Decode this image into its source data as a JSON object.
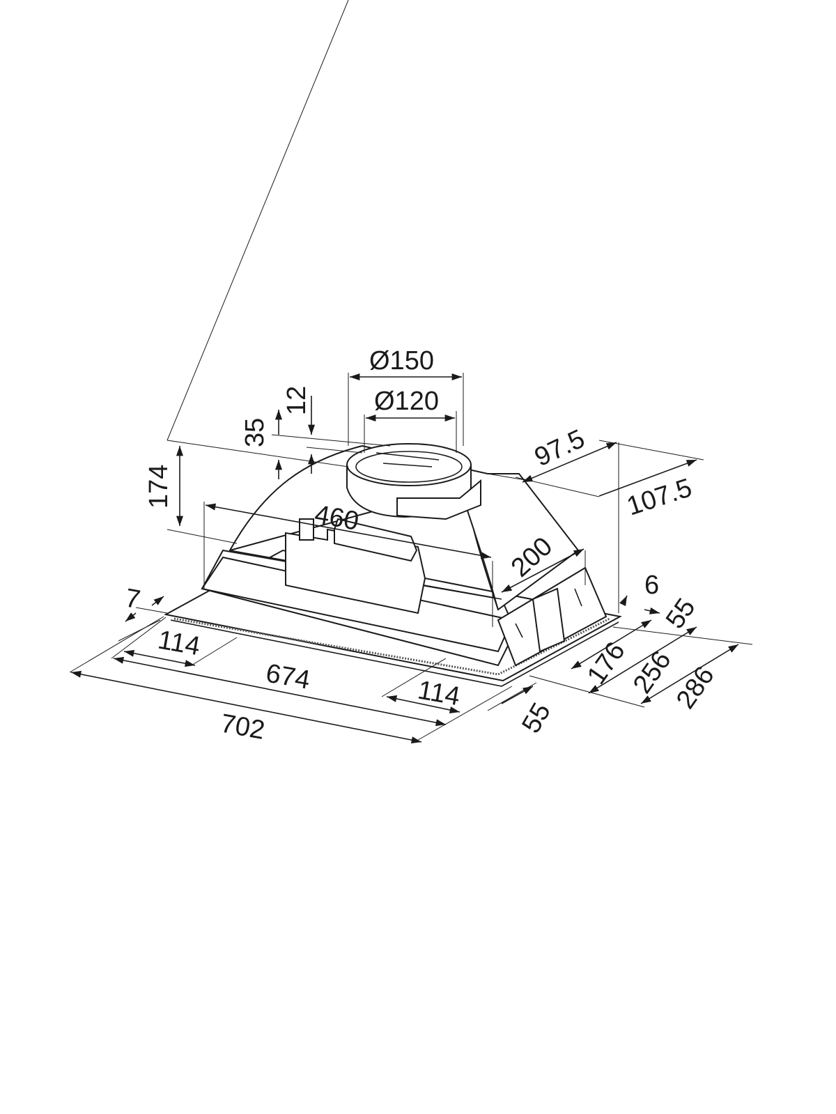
{
  "drawing": {
    "title": "Built-in cooker hood dimension drawing",
    "dimensions": {
      "duct_outer": "Ø150",
      "duct_inner": "Ø120",
      "d12": "12",
      "d35": "35",
      "height_174": "174",
      "width_460": "460",
      "depth_200": "200",
      "d97_5": "97.5",
      "d107_5": "107.5",
      "d7": "7",
      "d6": "6",
      "d55_top": "55",
      "d114_left": "114",
      "width_674": "674",
      "width_702": "702",
      "d114_right": "114",
      "d55_bottom": "55",
      "depth_176": "176",
      "depth_256": "256",
      "depth_286": "286"
    }
  }
}
